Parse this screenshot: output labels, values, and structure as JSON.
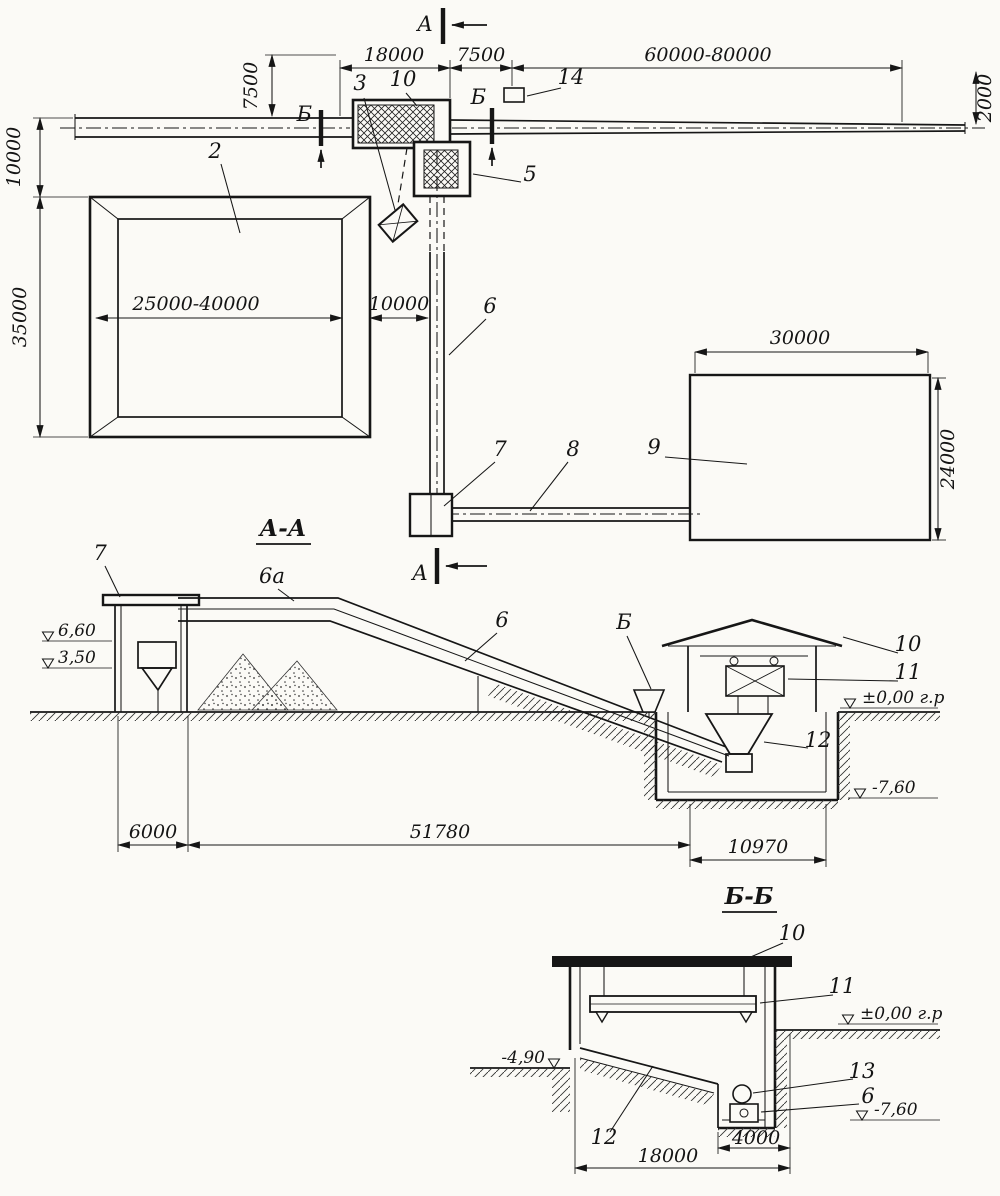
{
  "drawing": {
    "plan": {
      "section_a_top": "А",
      "section_a_bottom": "А",
      "section_b_left": "Б",
      "section_b_right": "Б",
      "dim_18000": "18000",
      "dim_7500_top": "7500",
      "dim_60000_80000": "60000-80000",
      "dim_2000": "2000",
      "dim_7500_left": "7500",
      "dim_10000_left": "10000",
      "dim_35000": "35000",
      "dim_25000_40000": "25000-40000",
      "dim_10000_mid": "10000",
      "dim_30000": "30000",
      "dim_24000": "24000",
      "callout_2": "2",
      "callout_3": "3",
      "callout_10": "10",
      "callout_14": "14",
      "callout_5": "5",
      "callout_6": "6",
      "callout_7": "7",
      "callout_8": "8",
      "callout_9": "9"
    },
    "section_aa": {
      "title": "А-А",
      "callout_7": "7",
      "callout_6a": "6а",
      "callout_6": "6",
      "callout_b": "Б",
      "callout_10": "10",
      "callout_11": "11",
      "callout_12": "12",
      "elev_660": "6,60",
      "elev_350": "3,50",
      "elev_000": "±0,00 г.р",
      "elev_m760": "-7,60",
      "dim_6000": "6000",
      "dim_51780": "51780",
      "dim_10970": "10970"
    },
    "section_bb": {
      "title": "Б-Б",
      "callout_10": "10",
      "callout_11": "11",
      "callout_12": "12",
      "callout_13": "13",
      "callout_6": "6",
      "elev_000": "±0,00 г.р",
      "elev_m490": "-4,90",
      "elev_m760": "-7,60",
      "dim_4000": "4000",
      "dim_18000": "18000"
    }
  }
}
